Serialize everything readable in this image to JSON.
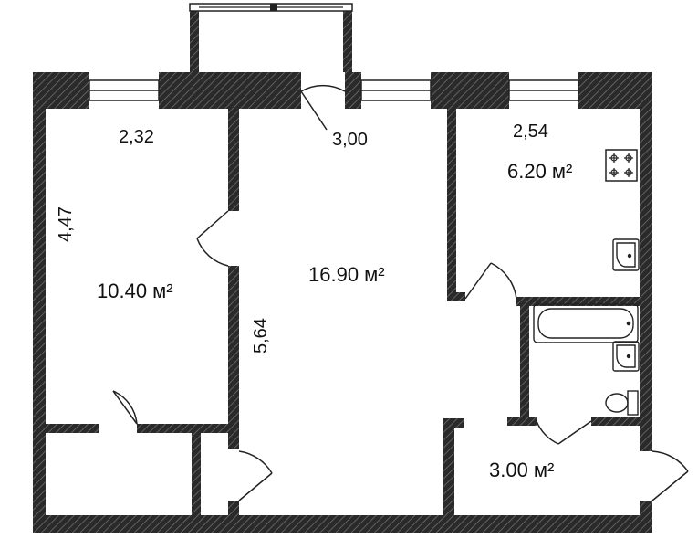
{
  "colors": {
    "wall": "#2a2a2a",
    "hatch": "#7a7a7a",
    "line": "#222222",
    "background": "#ffffff"
  },
  "rooms": {
    "bedroom": {
      "area": "10.40 м²"
    },
    "living": {
      "area": "16.90 м²"
    },
    "kitchen": {
      "area": "6.20 м²"
    },
    "hallway": {
      "area": "3.00 м²"
    }
  },
  "dimensions": {
    "bedroom_width": "2,32",
    "bedroom_length": "4,47",
    "living_width": "3,00",
    "living_length": "5,64",
    "kitchen_width": "2,54"
  },
  "fixtures": [
    "stove-icon",
    "sink-icon",
    "bathtub-icon",
    "washbasin-icon",
    "toilet-icon"
  ]
}
